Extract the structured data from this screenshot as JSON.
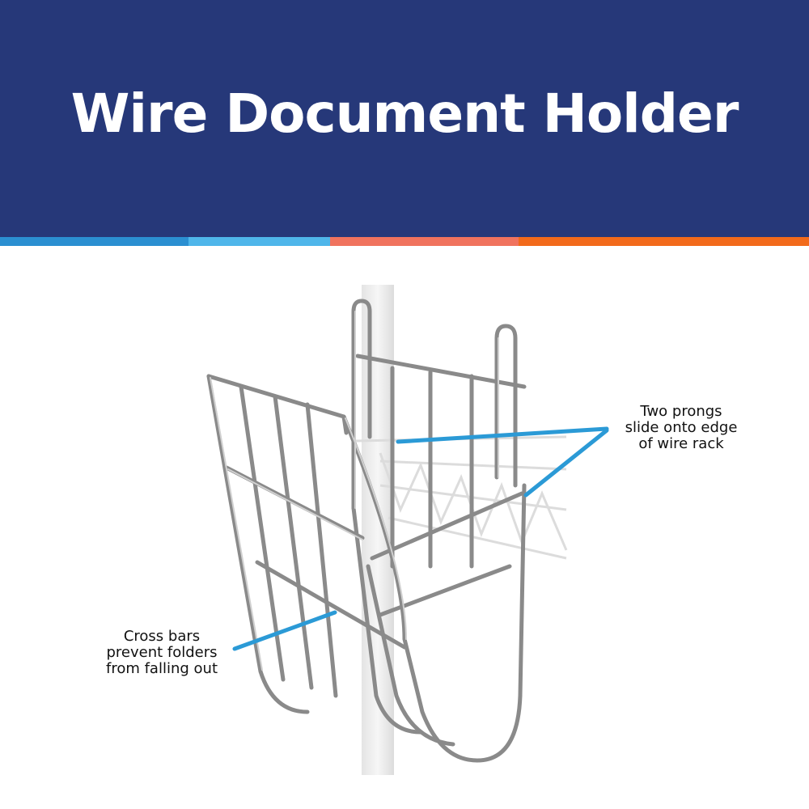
{
  "header": {
    "title": "Wire Document Holder",
    "background": "#263879",
    "text_color": "#ffffff"
  },
  "accent_stripe": {
    "colors": [
      "#2b8fd1",
      "#4fb6ea",
      "#f0735e",
      "#f26a1b"
    ]
  },
  "product_image": {
    "subject": "chrome wire document holder hanging on a shelving post",
    "pointer_color": "#2b9ad6"
  },
  "callouts": {
    "prongs": {
      "lines": [
        "Two prongs",
        "slide onto edge",
        "of wire rack"
      ]
    },
    "crossbars": {
      "lines": [
        "Cross bars",
        "prevent folders",
        "from falling out"
      ]
    }
  }
}
